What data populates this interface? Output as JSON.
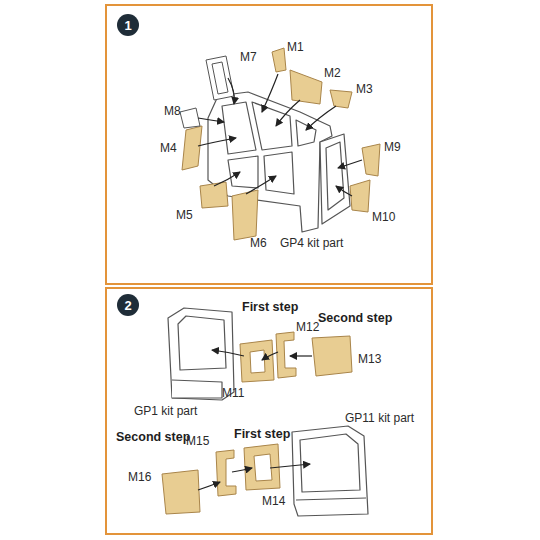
{
  "diagram": {
    "nodes": [
      {
        "text": [
          "1"
        ]
      },
      {
        "text": [
          "2"
        ]
      }
    ],
    "labels": [
      "M7",
      "M1",
      "M2",
      "M3",
      "M8",
      "M4",
      "M9",
      "M5",
      "M6",
      "GP4 kit part",
      "M10",
      "First step",
      "Second step",
      "M12",
      "M13",
      "M11",
      "GP1 kit part",
      "GP11 kit part",
      "Second step",
      "First step",
      "M16",
      "M15",
      "M14"
    ]
  }
}
